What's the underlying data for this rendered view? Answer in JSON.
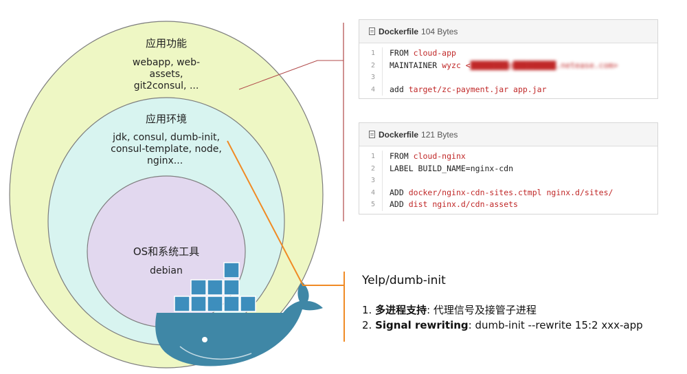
{
  "rings": {
    "outer": {
      "title": "应用功能",
      "lines": [
        "webapp, web-",
        "assets,",
        "git2consul, ..."
      ]
    },
    "middle": {
      "title": "应用环境",
      "lines": [
        "jdk, consul, dumb-init,",
        "consul-template, node,",
        "nginx..."
      ]
    },
    "inner": {
      "title": "OS和系统工具",
      "lines": [
        "debian"
      ]
    }
  },
  "dockerfiles": [
    {
      "name": "Dockerfile",
      "size": "104 Bytes",
      "lines": [
        {
          "num": "1",
          "kw": "FROM",
          "val": "cloud-app"
        },
        {
          "num": "2",
          "kw": "MAINTAINER",
          "val": "wyzc <",
          "blur": "████████@█████████.netease.com>"
        },
        {
          "num": "3",
          "kw": "",
          "val": ""
        },
        {
          "num": "4",
          "kw": "add",
          "val": "target/zc-payment.jar app.jar"
        }
      ]
    },
    {
      "name": "Dockerfile",
      "size": "121 Bytes",
      "lines": [
        {
          "num": "1",
          "kw": "FROM",
          "val": "cloud-nginx"
        },
        {
          "num": "2",
          "kw": "LABEL BUILD_NAME=nginx-cdn",
          "val": ""
        },
        {
          "num": "3",
          "kw": "",
          "val": ""
        },
        {
          "num": "4",
          "kw": "ADD",
          "val": "docker/nginx-cdn-sites.ctmpl nginx.d/sites/"
        },
        {
          "num": "5",
          "kw": "ADD",
          "val": "dist nginx.d/cdn-assets"
        }
      ]
    }
  ],
  "callout": {
    "title": "Yelp/dumb-init",
    "items": [
      {
        "prefix": "1. ",
        "bold": "多进程支持",
        "rest": ": 代理信号及接管子进程"
      },
      {
        "prefix": "2. ",
        "bold": "Signal rewriting",
        "rest": ": dumb-init --rewrite 15:2 xxx-app"
      }
    ]
  },
  "colors": {
    "outer_fill": "#eef7c4",
    "middle_fill": "#d8f4f0",
    "inner_fill": "#e2d8ef",
    "ring_stroke": "#7d7d7d",
    "whale": "#3f87a6",
    "container": "#3d8ebd",
    "outer_link": "#b04848",
    "orange_link": "#f08a24"
  },
  "icons": [
    "docker-whale-icon",
    "file-icon"
  ]
}
